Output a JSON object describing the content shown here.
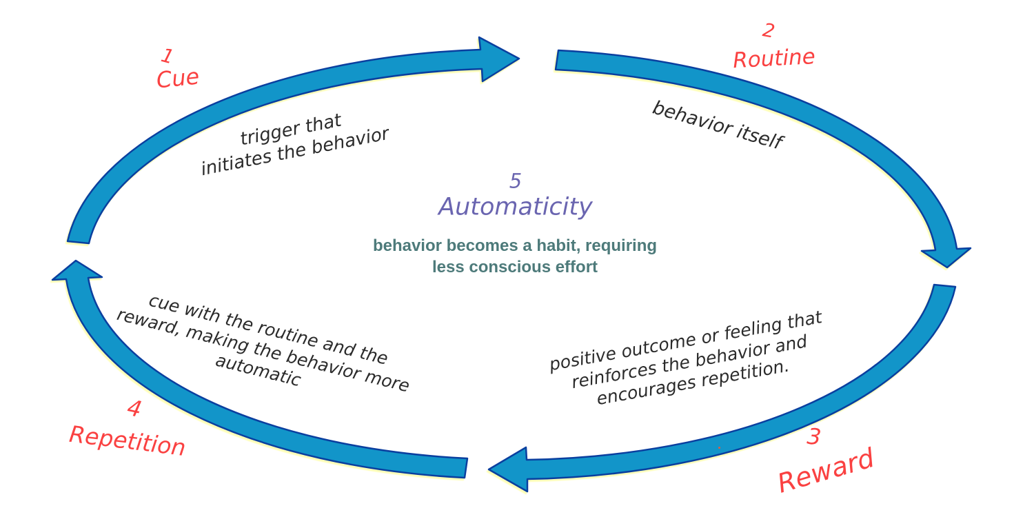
{
  "diagram": {
    "type": "cycle",
    "steps": [
      {
        "number": "1",
        "label": "Cue",
        "desc_lines": [
          "trigger that",
          "initiates the behavior"
        ]
      },
      {
        "number": "2",
        "label": "Routine",
        "desc_lines": [
          "behavior itself"
        ]
      },
      {
        "number": "3",
        "label": "Reward",
        "desc_lines": [
          "positive outcome or feeling that",
          "reinforces the behavior and",
          "encourages repetition."
        ]
      },
      {
        "number": "4",
        "label": "Repetition",
        "desc_lines": [
          "cue with the routine and the",
          "reward, making the behavior more",
          "automatic"
        ]
      },
      {
        "number": "5",
        "label": "Automaticity",
        "desc_lines": [
          "behavior becomes a habit, requiring",
          "less conscious effort"
        ]
      }
    ]
  },
  "colors": {
    "arrow_fill": "#1295c9",
    "arrow_outline": "#0a3f9f",
    "arrow_glow": "#ffffb8",
    "step_number_label": "#fa4141",
    "description_ink": "#2b2b2b",
    "center_title": "#6a65b0",
    "center_description": "#4d7a7a",
    "background": "#ffffff"
  }
}
